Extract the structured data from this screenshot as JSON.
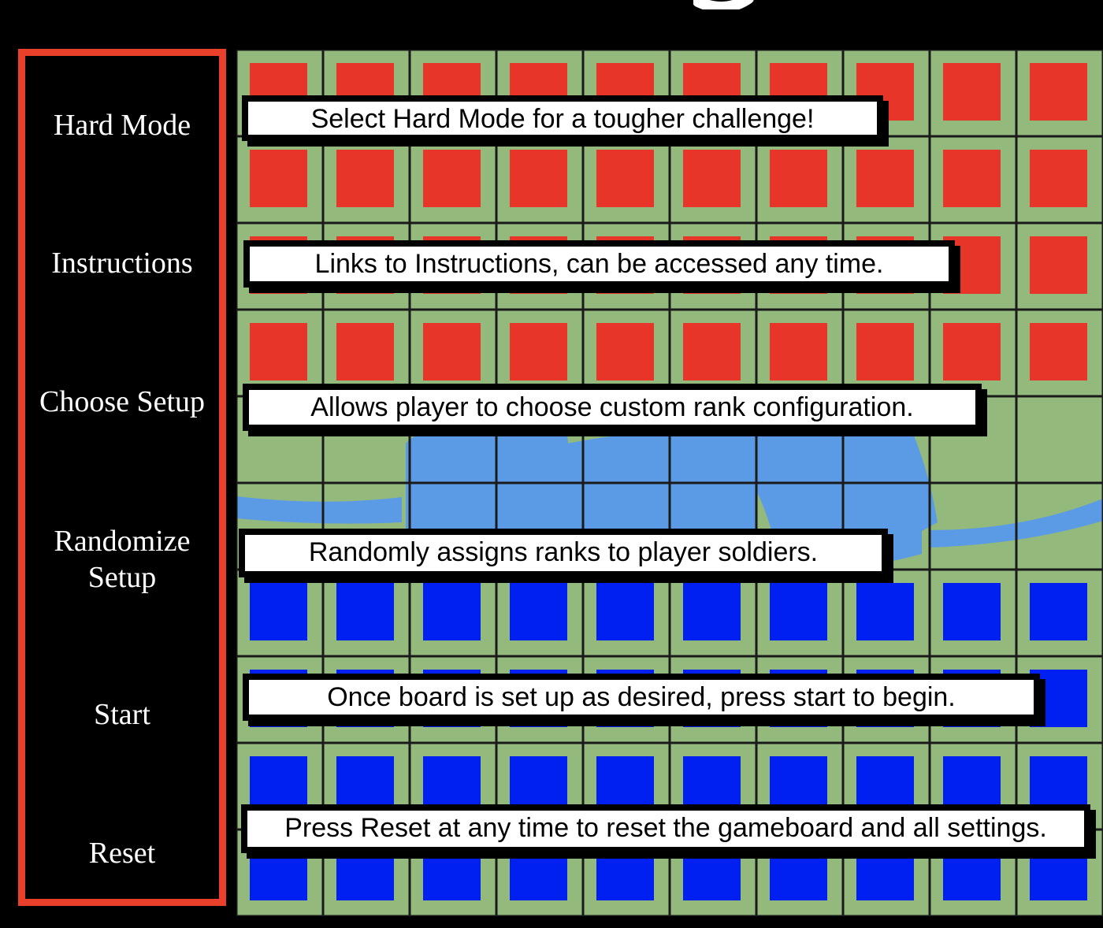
{
  "menu": {
    "items": [
      {
        "key": "hard-mode",
        "label": "Hard Mode"
      },
      {
        "key": "instructions",
        "label": "Instructions"
      },
      {
        "key": "choose-setup",
        "label": "Choose Setup"
      },
      {
        "key": "randomize-setup",
        "label": "Randomize\nSetup"
      },
      {
        "key": "start",
        "label": "Start"
      },
      {
        "key": "reset",
        "label": "Reset"
      }
    ]
  },
  "tooltips": [
    {
      "key": "hard-mode",
      "text": "Select Hard Mode for a tougher challenge!"
    },
    {
      "key": "instructions",
      "text": "Links to Instructions, can be accessed any time."
    },
    {
      "key": "choose-setup",
      "text": "Allows player to choose custom rank configuration."
    },
    {
      "key": "randomize-setup",
      "text": "Randomly assigns ranks to player soldiers."
    },
    {
      "key": "start",
      "text": "Once board is set up as desired, press start to begin."
    },
    {
      "key": "reset",
      "text": "Press Reset at any time to reset the gameboard and all settings."
    }
  ],
  "board": {
    "columns": 10,
    "rows": 10,
    "row_types": [
      "red",
      "red",
      "red",
      "red",
      "empty",
      "empty",
      "blue",
      "blue",
      "blue",
      "blue"
    ],
    "colors": {
      "grass": "#93b97c",
      "grid_line": "#1a1a1a",
      "red_piece": "#e8352a",
      "blue_piece": "#0020f2",
      "water": "#5b9be6",
      "menu_border": "#e8402a"
    }
  }
}
